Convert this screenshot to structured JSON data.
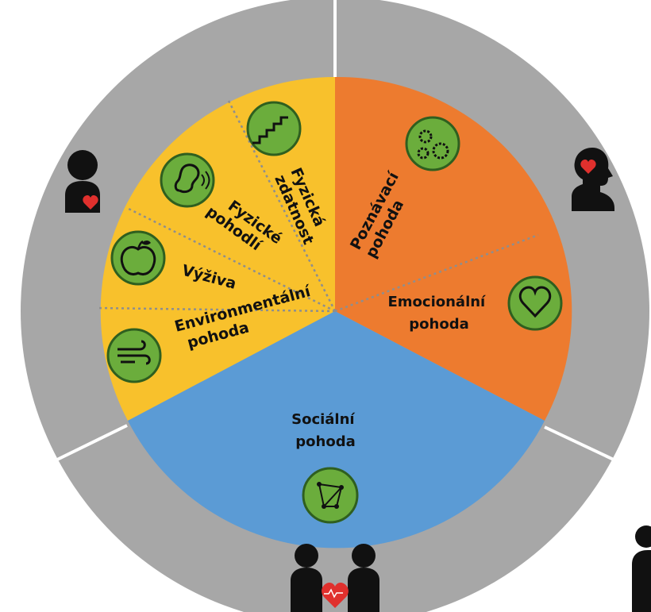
{
  "colors": {
    "outer_ring": "#a7a7a7",
    "physical": "#f8c12c",
    "mental": "#ed7b2f",
    "social": "#5b9bd5",
    "icon_fill": "#6bad3c",
    "icon_ring": "#2f5f1f",
    "figure": "#111111",
    "heart": "#e0302d"
  },
  "segments": {
    "physical_fitness": {
      "label_lines": [
        "Fyzická",
        "zdatnost"
      ],
      "icon": "stairs-icon"
    },
    "physical_comfort": {
      "label_lines": [
        "Fyzické",
        "pohodlí"
      ],
      "icon": "ear-icon"
    },
    "nutrition": {
      "label": "Výživa",
      "icon": "apple-icon"
    },
    "environmental": {
      "label_lines": [
        "Environmentální",
        "pohoda"
      ],
      "icon": "wind-icon"
    },
    "cognitive": {
      "label_lines": [
        "Poznávací",
        "pohoda"
      ],
      "icon": "gears-icon"
    },
    "emotional": {
      "label_lines": [
        "Emocionální",
        "pohoda"
      ],
      "icon": "heart-outline-icon"
    },
    "social": {
      "label_lines": [
        "Sociální",
        "pohoda"
      ],
      "icon": "network-icon"
    }
  },
  "outer_icons": [
    "person-with-heart-icon",
    "head-with-heart-icon",
    "two-people-heart-icon",
    "person-partial-icon"
  ]
}
